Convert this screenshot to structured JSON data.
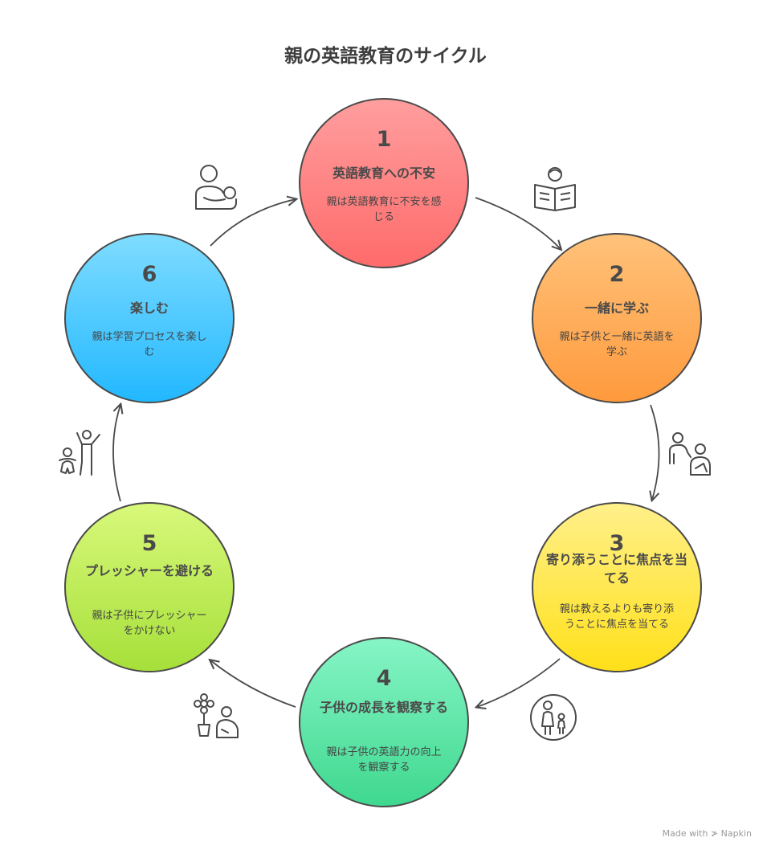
{
  "title": "親の英語教育のサイクル",
  "steps": [
    {
      "num": "1",
      "title": "英語教育への不安",
      "desc": "親は英語教育に不安を感じる",
      "color_top": "#ff9e9e",
      "color_bottom": "#ff6b6b",
      "icon": "reading-book-icon"
    },
    {
      "num": "2",
      "title": "一緒に学ぶ",
      "desc": "親は子供と一緒に英語を学ぶ",
      "color_top": "#ffc27a",
      "color_bottom": "#ff9a3d",
      "icon": "adult-child-learning-icon"
    },
    {
      "num": "3",
      "title": "寄り添うことに焦点を当てる",
      "desc": "親は教えるよりも寄り添うことに焦点を当てる",
      "color_top": "#fff08a",
      "color_bottom": "#ffe01a",
      "icon": "parent-child-circle-icon"
    },
    {
      "num": "4",
      "title": "子供の成長を観察する",
      "desc": "親は子供の英語力の向上を観察する",
      "color_top": "#86f5c6",
      "color_bottom": "#3fd88f",
      "icon": "plant-and-person-icon"
    },
    {
      "num": "5",
      "title": "プレッシャーを避ける",
      "desc": "親は子供にプレッシャーをかけない",
      "color_top": "#d8f87a",
      "color_bottom": "#a6e03a",
      "icon": "playing-people-icon"
    },
    {
      "num": "6",
      "title": "楽しむ",
      "desc": "親は学習プロセスを楽しむ",
      "color_top": "#7fdcff",
      "color_bottom": "#22b8ff",
      "icon": "parent-holding-baby-icon"
    }
  ],
  "brand": "Made with ≯ Napkin"
}
